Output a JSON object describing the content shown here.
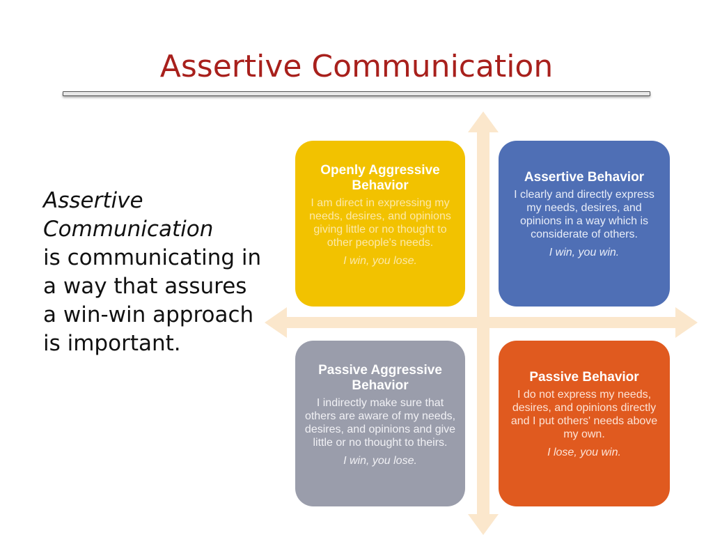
{
  "title": "Assertive Communication",
  "body": {
    "italic": "Assertive Communication",
    "text": "is communicating in a way that assures a win-win approach is important."
  },
  "quadrants": [
    {
      "title": "Openly Aggressive Behavior",
      "description": "I am direct in expressing my needs, desires, and opinions giving little or no thought to other people's needs.",
      "outcome": "I win, you lose.",
      "color": "#f2c200"
    },
    {
      "title": "Assertive Behavior",
      "description": "I clearly and directly express my needs, desires, and opinions in a way which is considerate of others.",
      "outcome": "I win, you win.",
      "color": "#4f6fb5"
    },
    {
      "title": "Passive Aggressive Behavior",
      "description": "I indirectly make sure that others are aware of my needs, desires, and opinions and give little or no thought to theirs.",
      "outcome": "I win, you lose.",
      "color": "#9a9dab"
    },
    {
      "title": "Passive Behavior",
      "description": "I do not express my needs, desires, and opinions directly and I put others' needs above my own.",
      "outcome": "I lose, you win.",
      "color": "#e05a1f"
    }
  ],
  "colors": {
    "title": "#a8201c",
    "arrows": "#fbe7cc"
  }
}
